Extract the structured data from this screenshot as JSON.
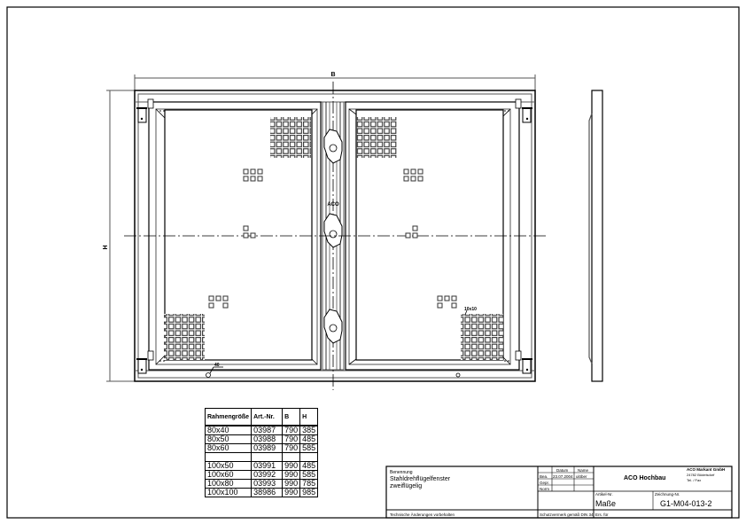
{
  "drawing": {
    "dimension_width_label": "B",
    "dimension_height_label": "H",
    "center_label": "ACO",
    "mesh_callout": "10x10",
    "detail_callout": "40"
  },
  "size_table": {
    "headers": [
      "Rahmengröße",
      "Art.-Nr.",
      "B",
      "H"
    ],
    "rows": [
      {
        "size": "80x40",
        "art": "03987",
        "b": "790",
        "h": "385"
      },
      {
        "size": "80x50",
        "art": "03988",
        "b": "790",
        "h": "485"
      },
      {
        "size": "80x60",
        "art": "03989",
        "b": "790",
        "h": "585"
      },
      {
        "size": "",
        "art": "",
        "b": "",
        "h": ""
      },
      {
        "size": "100x50",
        "art": "03991",
        "b": "990",
        "h": "485"
      },
      {
        "size": "100x60",
        "art": "03992",
        "b": "990",
        "h": "585"
      },
      {
        "size": "100x80",
        "art": "03993",
        "b": "990",
        "h": "785"
      },
      {
        "size": "100x100",
        "art": "38986",
        "b": "990",
        "h": "985"
      }
    ]
  },
  "title_block": {
    "benennung_label": "Benennung",
    "title_line1": "Stahldrehflügelfenster",
    "title_line2": "zweiflügelig",
    "footer_left": "Technische Änderungen vorbehalten",
    "col_datum": "Datum",
    "col_name": "Name",
    "row_bearb": "Bea.",
    "row_gepr": "Gepr.",
    "row_norm": "Norm",
    "date": "23.07.2004",
    "name": "ulöber",
    "schutz": "Schutzvermerk gemäß DIN 34",
    "ers": "Ers. für",
    "company_logo": "ACO Hochbau",
    "company_name": "ACO Markant GmbH",
    "company_addr1": "24782 Büdelsdorf",
    "company_addr2": "Tel. / Fax",
    "artikel_label": "Artikel-Nr.",
    "artikel_value": "Maße",
    "zeichnung_label": "Zeichnung-Nr.",
    "zeichnung_value": "G1-M04-013-2"
  }
}
